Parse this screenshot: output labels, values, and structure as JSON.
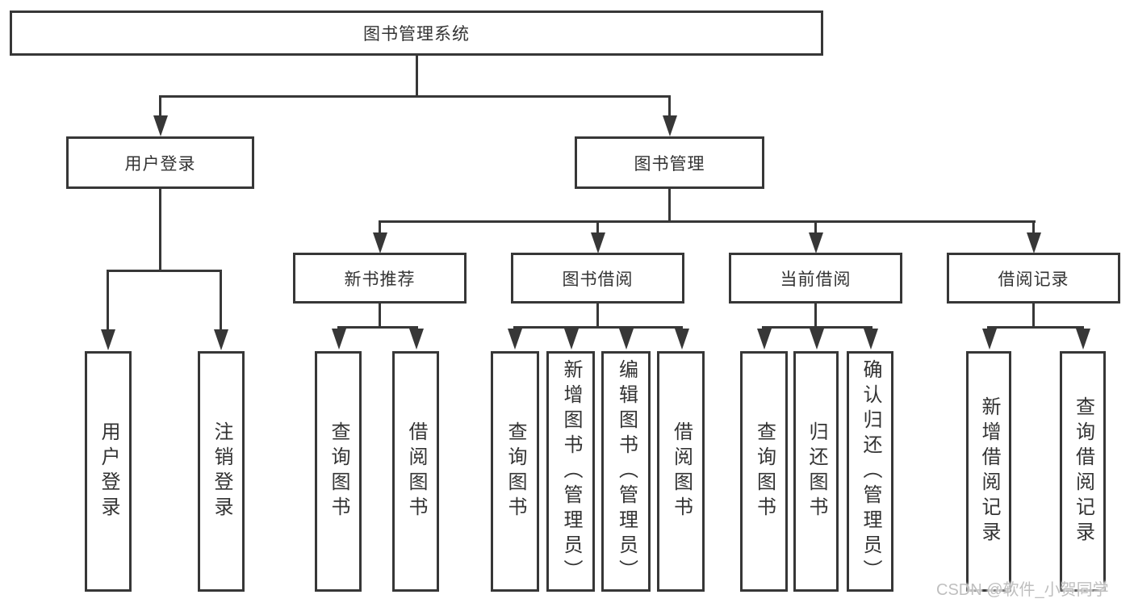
{
  "colors": {
    "line": "#373737",
    "text": "#333333",
    "box_background": "#ffffff",
    "page_background": "#ffffff",
    "watermark_text": "#bfbfbf"
  },
  "nodes": {
    "root": {
      "label": "图书管理系统"
    },
    "level2": [
      {
        "label": "用户登录"
      },
      {
        "label": "图书管理"
      }
    ],
    "level3": [
      {
        "label": "新书推荐"
      },
      {
        "label": "图书借阅"
      },
      {
        "label": "当前借阅"
      },
      {
        "label": "借阅记录"
      }
    ],
    "leaves": {
      "user_login_children": [
        {
          "label": "用户登录"
        },
        {
          "label": "注销登录"
        }
      ],
      "new_book_children": [
        {
          "label": "查询图书"
        },
        {
          "label": "借阅图书"
        }
      ],
      "book_borrow_children": [
        {
          "label": "查询图书"
        },
        {
          "label": "新增图书（管理员）"
        },
        {
          "label": "编辑图书（管理员）"
        },
        {
          "label": "借阅图书"
        }
      ],
      "current_borrow_children": [
        {
          "label": "查询图书"
        },
        {
          "label": "归还图书"
        },
        {
          "label": "确认归还（管理员）"
        }
      ],
      "record_children": [
        {
          "label": "新增借阅记录"
        },
        {
          "label": "查询借阅记录"
        }
      ]
    }
  },
  "watermark": {
    "text": "CSDN @软件_小贺同学"
  }
}
